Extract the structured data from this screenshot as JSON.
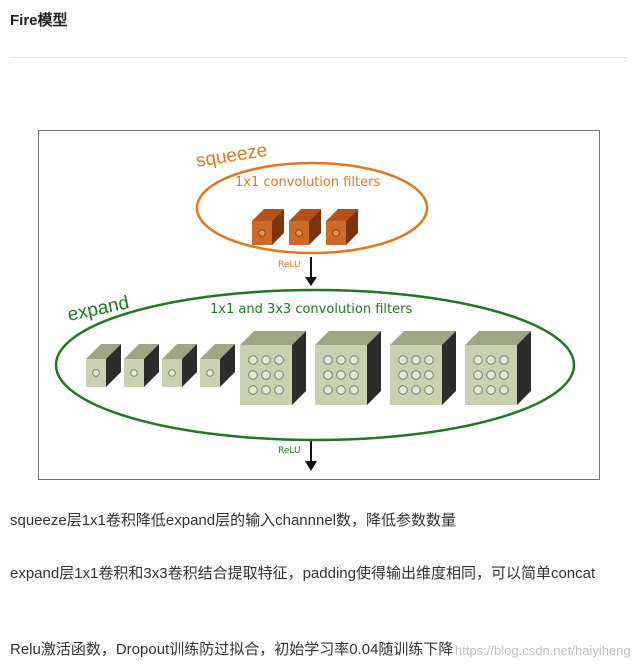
{
  "heading": "Fire模型",
  "figure": {
    "squeeze_label": "squeeze",
    "squeeze_filters": "1x1 convolution filters",
    "relu_top": "ReLU",
    "expand_label": "expand",
    "expand_filters": "1x1 and 3x3 convolution filters",
    "relu_bottom": "ReLU",
    "colors": {
      "squeeze": "#e07a20",
      "expand": "#1e7a1e",
      "squeeze_filter_front": "#cc6a2a",
      "expand_filter_front": "#c9d1b1"
    },
    "squeeze_filter_count": 3,
    "expand_1x1_count": 4,
    "expand_3x3_count": 4
  },
  "paragraphs": [
    "squeeze层1x1卷积降低expand层的输入channnel数，降低参数数量",
    "expand层1x1卷积和3x3卷积结合提取特征，padding使得输出维度相同，可以简单concat",
    "Relu激活函数，Dropout训练防过拟合，初始学习率0.04随训练下降"
  ],
  "watermark": "https://blog.csdn.net/haiyiheng"
}
